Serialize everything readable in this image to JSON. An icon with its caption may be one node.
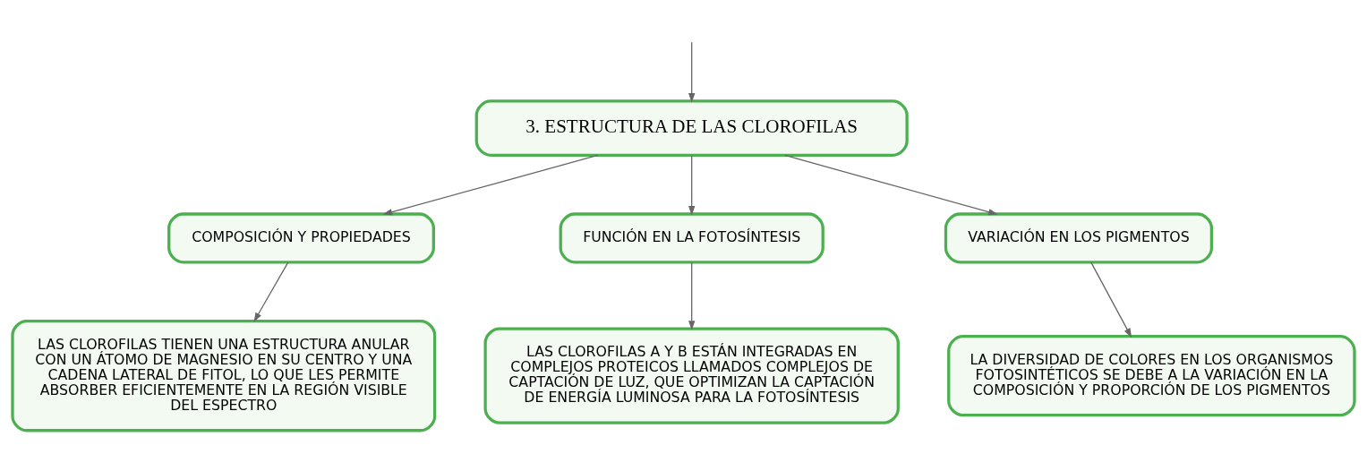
{
  "diagram": {
    "nodes": [
      {
        "text": [
          "3. ESTRUCTURA DE LAS CLOROFILAS"
        ]
      },
      {
        "text": [
          "COMPOSICIÓN Y PROPIEDADES"
        ]
      },
      {
        "text": [
          "FUNCIÓN EN LA FOTOSÍNTESIS"
        ]
      },
      {
        "text": [
          "VARIACIÓN EN LOS PIGMENTOS"
        ]
      },
      {
        "text": [
          "LAS CLOROFILAS TIENEN UNA ESTRUCTURA ANULAR CON UN ÁTOMO DE MAGNESIO EN SU CENTRO Y UNA CADENA LATERAL DE FITOL, LO QUE LES PERMITE ABSORBER EFICIENTEMENTE EN LA REGIÓN VISIBLE DEL ESPECTRO"
        ]
      },
      {
        "text": [
          "LAS CLOROFILAS A Y B ESTÁN INTEGRADAS EN COMPLEJOS PROTEICOS LLAMADOS COMPLEJOS DE CAPTACIÓN DE LUZ, QUE OPTIMIZAN LA CAPTACIÓN DE ENERGÍA LUMINOSA PARA LA FOTOSÍNTESIS"
        ]
      },
      {
        "text": [
          "LA DIVERSIDAD DE COLORES EN LOS ORGANISMOS FOTOSINTÉTICOS SE DEBE A LA VARIACIÓN EN LA COMPOSICIÓN Y PROPORCIÓN DE LOS PIGMENTOS"
        ]
      }
    ],
    "edges": [
      {
        "from": null,
        "to": 0,
        "arrow": "to"
      },
      {
        "from": 0,
        "to": 1,
        "arrow": "to"
      },
      {
        "from": 0,
        "to": 2,
        "arrow": "to"
      },
      {
        "from": 0,
        "to": 3,
        "arrow": "to"
      },
      {
        "from": 1,
        "to": 4,
        "arrow": "to"
      },
      {
        "from": 2,
        "to": 5,
        "arrow": "to"
      },
      {
        "from": 3,
        "to": 6,
        "arrow": "to"
      }
    ]
  }
}
